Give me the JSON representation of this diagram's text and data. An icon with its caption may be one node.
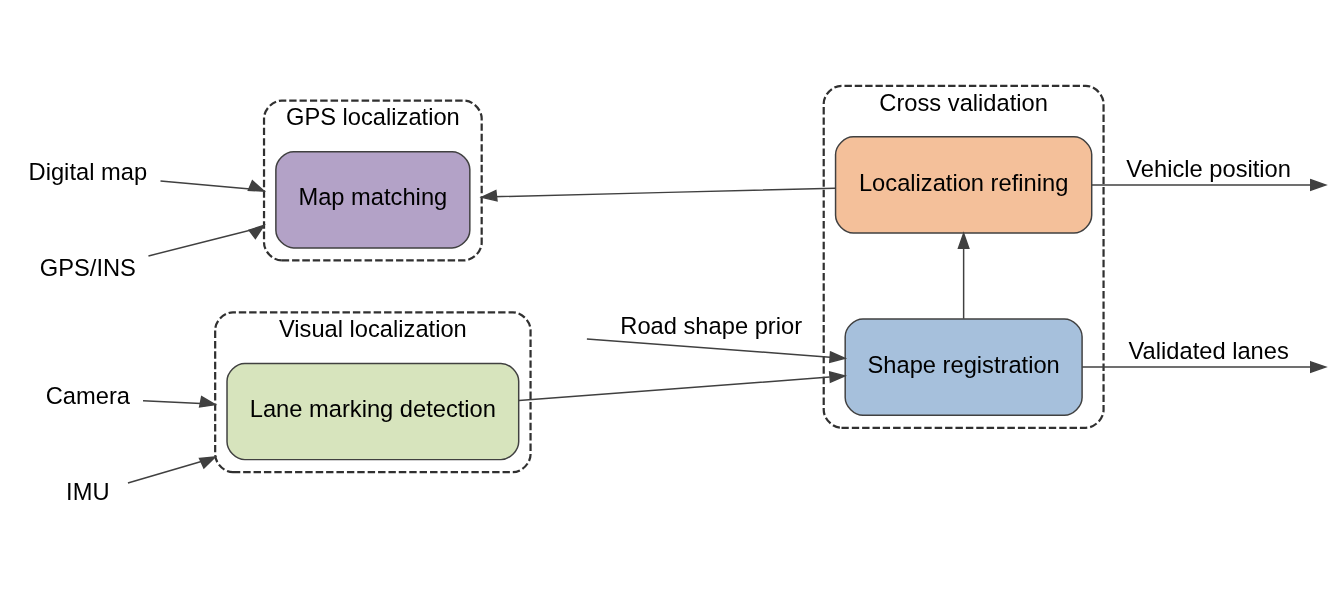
{
  "diagram": {
    "nodes": [
      {
        "text": [
          "Visual localization"
        ]
      },
      {
        "text": [
          "Lane marking detection"
        ],
        "in": 0
      },
      {
        "text": [
          "GPS localization"
        ]
      },
      {
        "text": [
          "Map matching"
        ],
        "in": 2
      },
      {
        "text": [
          "Cross validation"
        ]
      },
      {
        "text": [
          "Shape registration"
        ],
        "in": 4
      },
      {
        "text": [
          "Localization refining"
        ],
        "in": 4
      },
      {
        "text": [
          "Camera"
        ]
      },
      {
        "text": [
          "IMU"
        ]
      },
      {
        "text": [
          "Digital map"
        ]
      },
      {
        "text": [
          "GPS/INS"
        ]
      }
    ],
    "edges": [
      {
        "from": 7,
        "to": 0,
        "arrow": "to"
      },
      {
        "from": 8,
        "to": 0,
        "arrow": "to"
      },
      {
        "from": 9,
        "to": 2,
        "arrow": "to"
      },
      {
        "from": 10,
        "to": 2,
        "arrow": "to"
      },
      {
        "from": 1,
        "to": 5,
        "arrow": "to"
      },
      {
        "from": null,
        "to": 5,
        "arrow": "to",
        "label": "Road shape prior"
      },
      {
        "from": 5,
        "to": null,
        "arrow": "to",
        "label": "Validated lanes"
      },
      {
        "from": 5,
        "to": 6,
        "arrow": "to"
      },
      {
        "from": 6,
        "to": null,
        "arrow": "to",
        "label": "Vehicle position"
      },
      {
        "from": 6,
        "to": 2,
        "arrow": "to"
      }
    ]
  }
}
